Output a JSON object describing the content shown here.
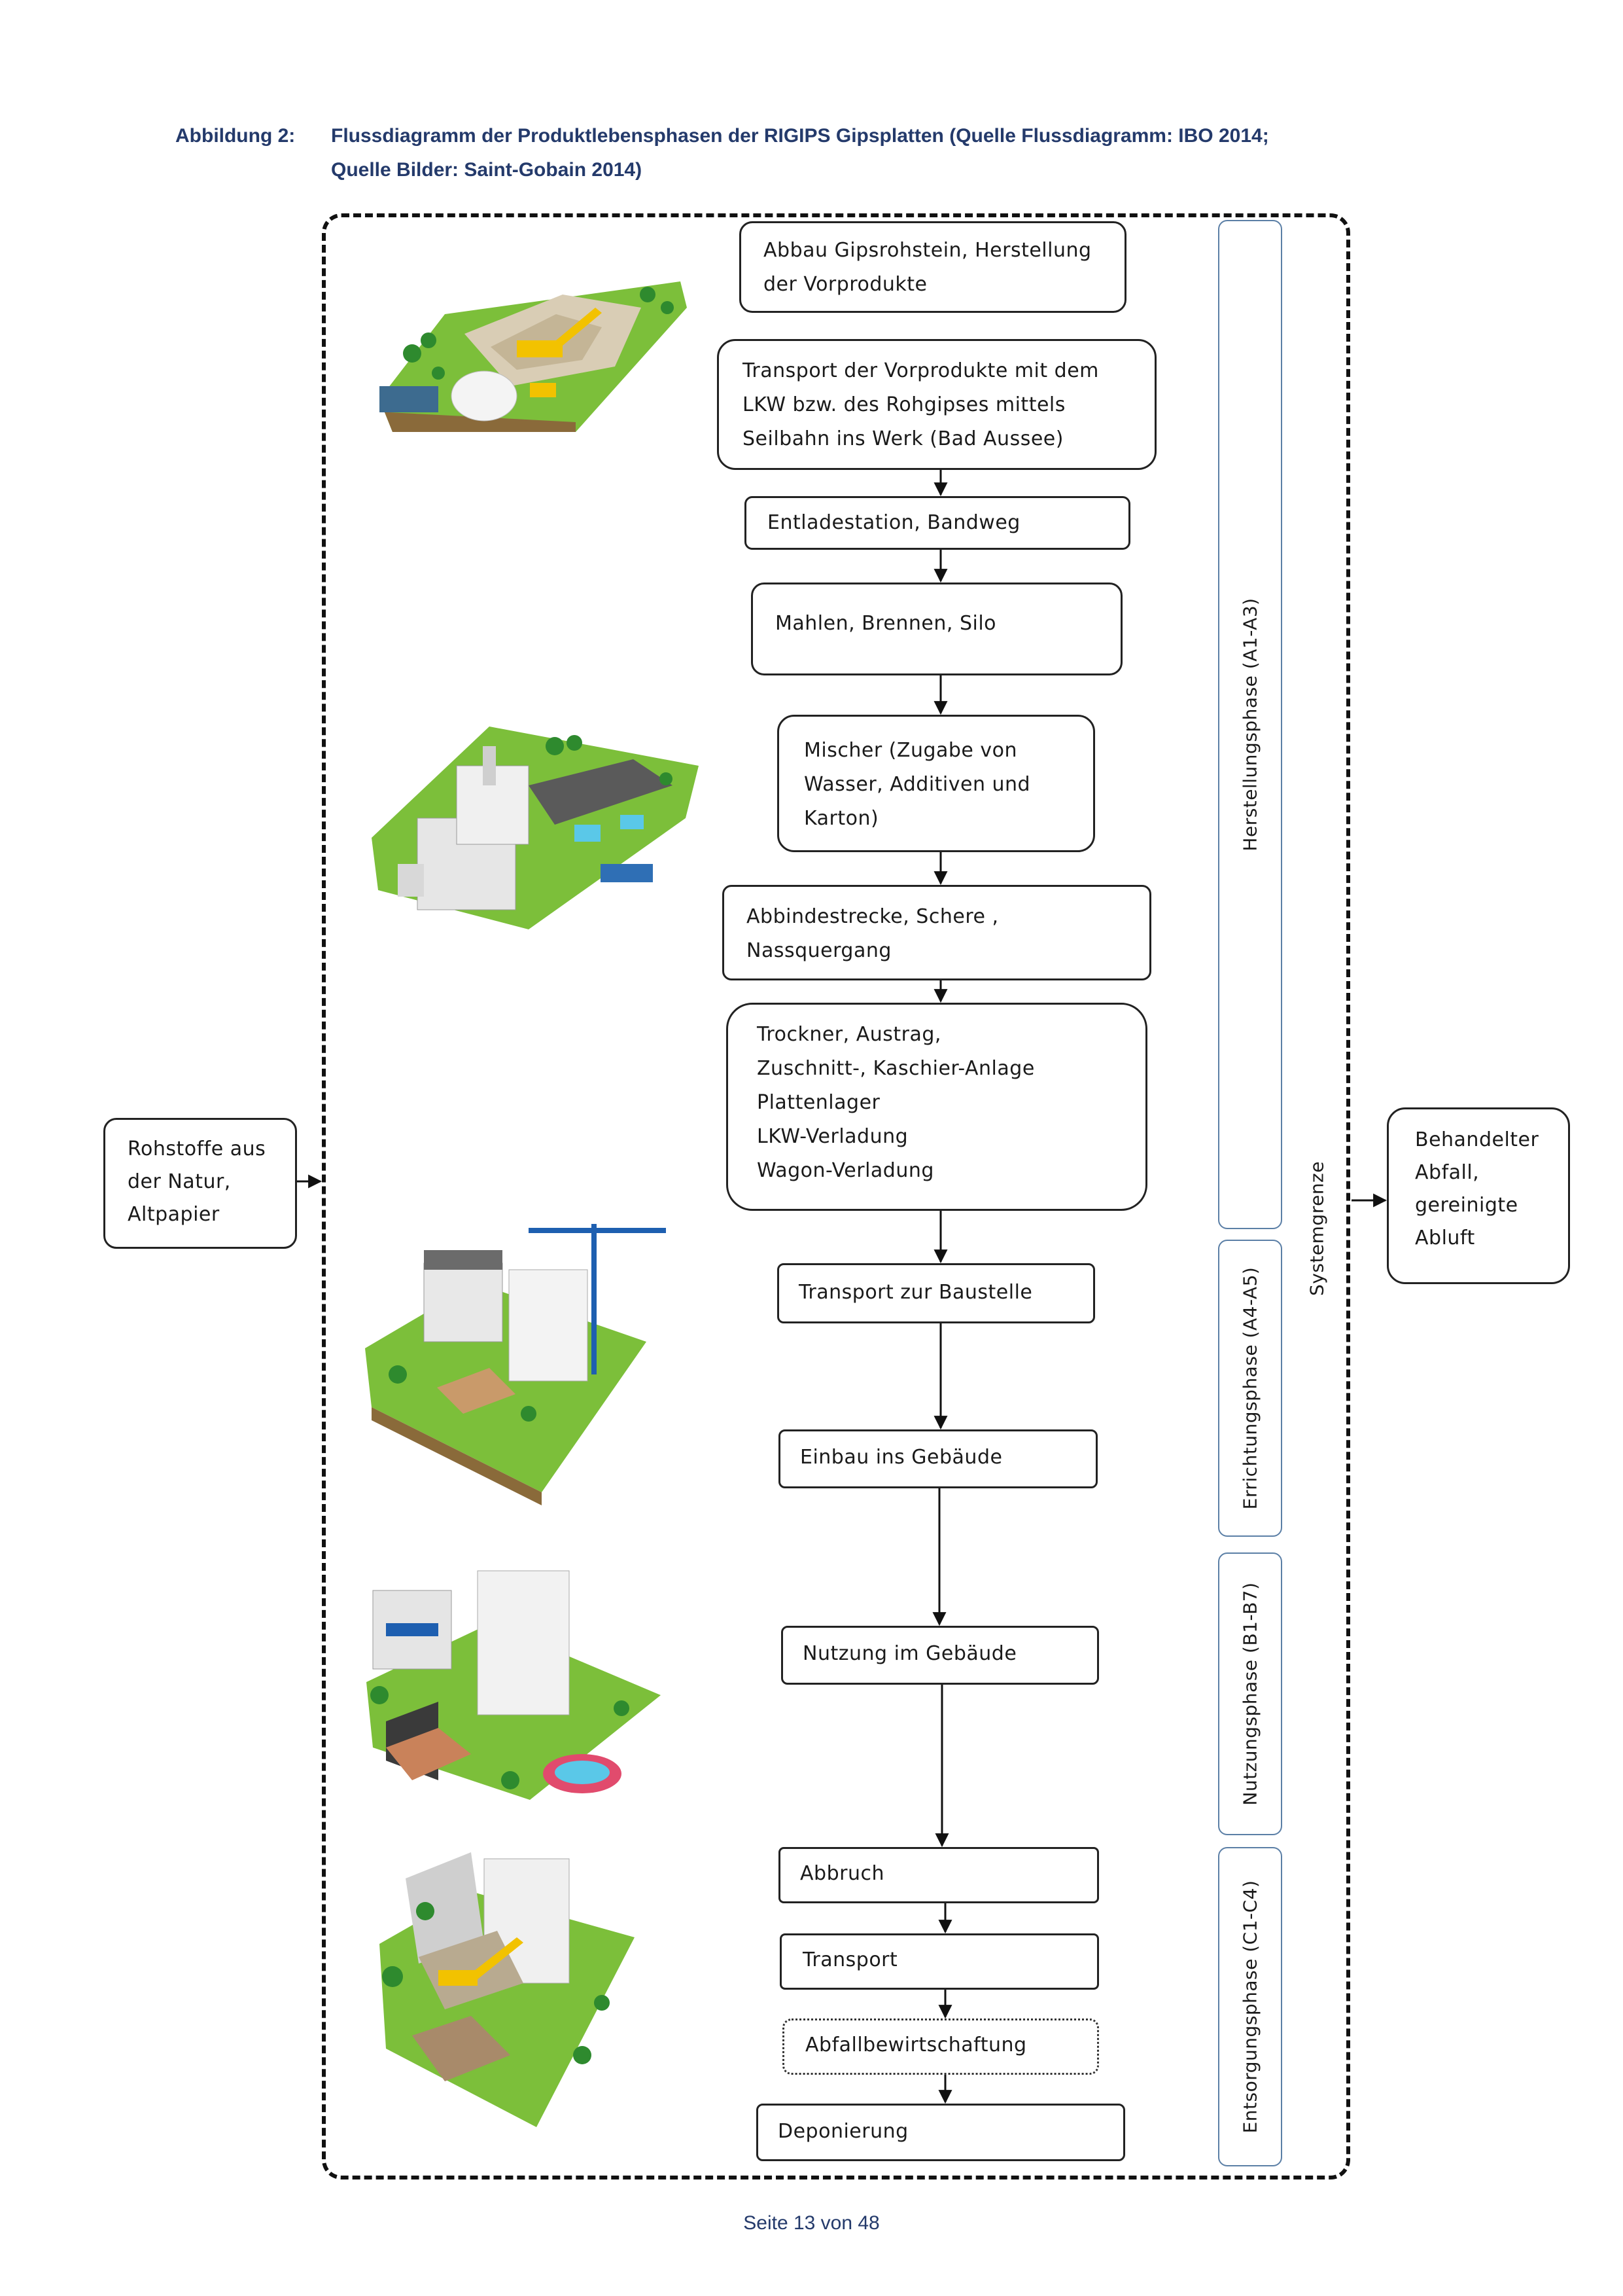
{
  "caption": {
    "label": "Abbildung 2:",
    "line1": "Flussdiagramm der Produktlebensphasen der RIGIPS Gipsplatten (Quelle Flussdiagramm: IBO 2014;",
    "line2": "Quelle Bilder: Saint-Gobain 2014)"
  },
  "input": [
    "Rohstoffe aus",
    "der Natur,",
    "Altpapier"
  ],
  "output": [
    "Behandelter",
    "Abfall,",
    "gereinigte",
    "Abluft"
  ],
  "steps": [
    {
      "lines": [
        "Abbau Gipsrohstein, Herstellung",
        "der Vorprodukte"
      ]
    },
    {
      "lines": [
        "Transport der Vorprodukte mit dem",
        "LKW bzw. des Rohgipses mittels",
        "Seilbahn ins Werk (Bad Aussee)"
      ]
    },
    {
      "lines": [
        "Entladestation, Bandweg"
      ]
    },
    {
      "lines": [
        "Mahlen, Brennen, Silo"
      ]
    },
    {
      "lines": [
        "Mischer (Zugabe von",
        "Wasser, Additiven und",
        "Karton)"
      ]
    },
    {
      "lines": [
        "Abbindestrecke, Schere ,",
        "Nassquergang"
      ]
    },
    {
      "lines": [
        "Trockner, Austrag,",
        "Zuschnitt-, Kaschier-Anlage",
        "Plattenlager",
        "LKW-Verladung",
        "Wagon-Verladung"
      ]
    },
    {
      "lines": [
        "Transport zur Baustelle"
      ]
    },
    {
      "lines": [
        "Einbau ins Gebäude"
      ]
    },
    {
      "lines": [
        "Nutzung im Gebäude"
      ]
    },
    {
      "lines": [
        "Abbruch"
      ]
    },
    {
      "lines": [
        "Transport"
      ]
    },
    {
      "lines": [
        "Abfallbewirtschaftung"
      ]
    },
    {
      "lines": [
        "Deponierung"
      ]
    }
  ],
  "phases": [
    {
      "label": "Herstellungsphase (A1-A3)"
    },
    {
      "label": "Errichtungsphase (A4-A5)"
    },
    {
      "label": "Nutzungsphase (B1-B7)"
    },
    {
      "label": "Entsorgungsphase (C1-C4)"
    }
  ],
  "system_boundary": "Systemgrenze",
  "footer": "Seite 13 von 48",
  "colors": {
    "caption": "#243a6b",
    "phase_border": "#5b7fa6",
    "grass": "#7cbf3a",
    "soil": "#8a6a3a"
  }
}
